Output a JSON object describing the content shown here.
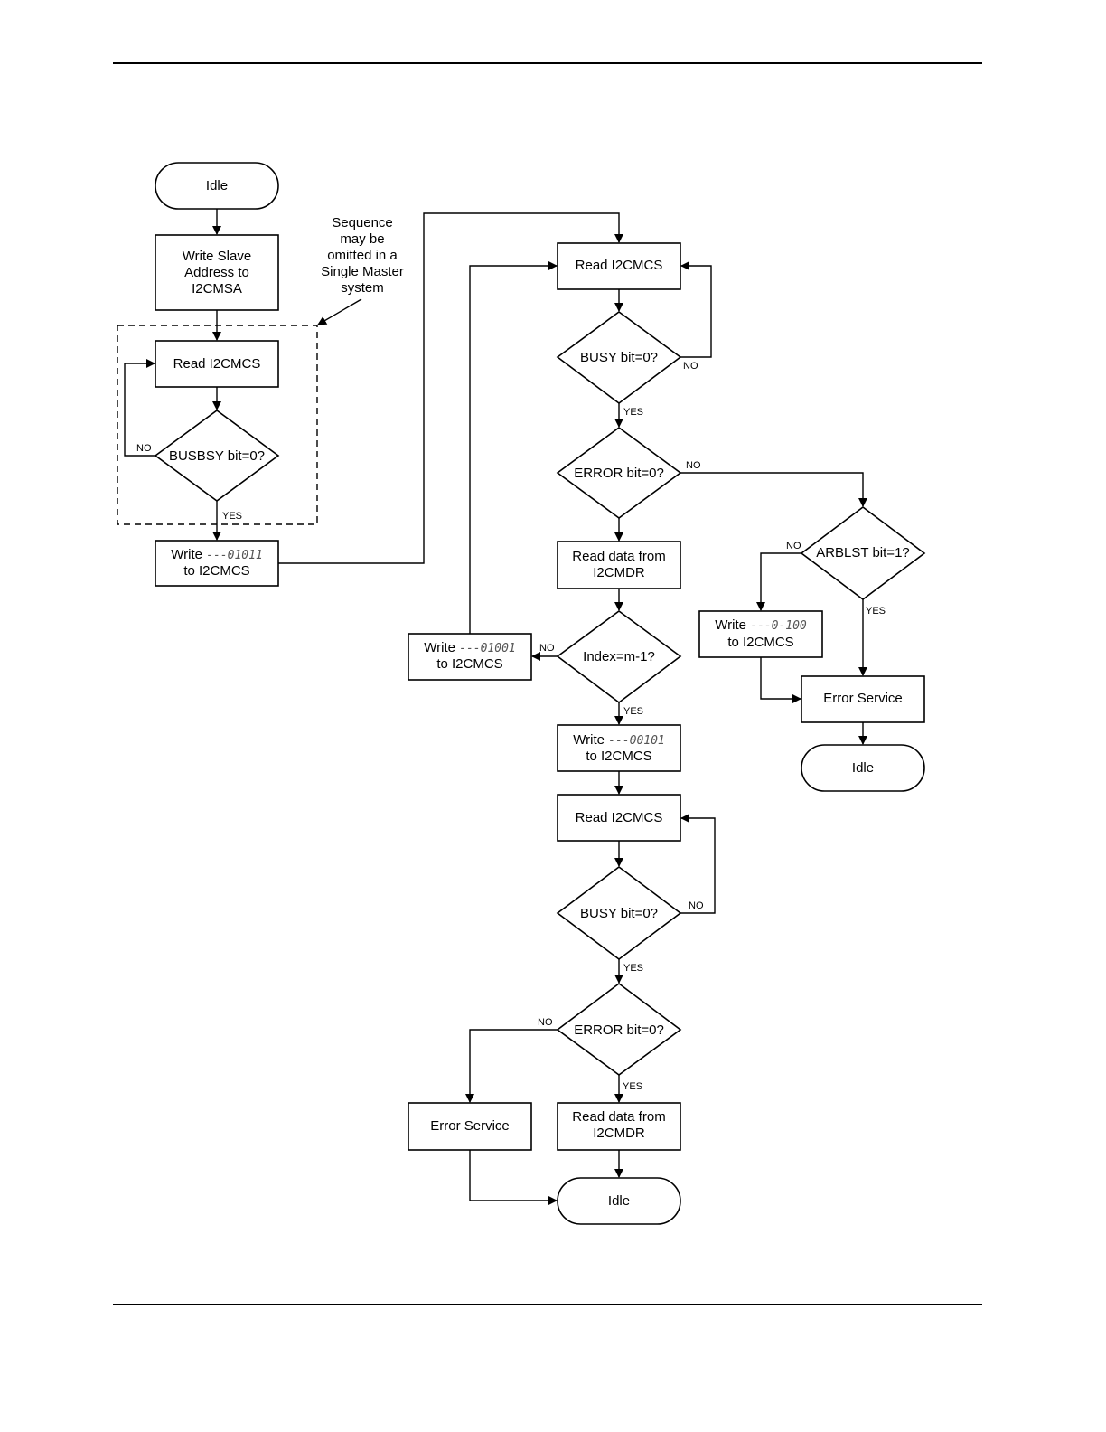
{
  "nodes": {
    "idle_start": "Idle",
    "write_slave": [
      "Write Slave",
      "Address to",
      "I2CMSA"
    ],
    "read_cs_1": "Read I2CMCS",
    "busbsy": "BUSBSY bit=0?",
    "write_01011": {
      "pre": "Write ",
      "code": "---01011",
      "post": "to I2CMCS"
    },
    "annotation": [
      "Sequence",
      "may be",
      "omitted in a",
      "Single Master",
      "system"
    ],
    "read_cs_2": "Read I2CMCS",
    "busy_1": "BUSY bit=0?",
    "error_1": "ERROR bit=0?",
    "read_data_1": [
      "Read data from",
      "I2CMDR"
    ],
    "index": "Index=m-1?",
    "write_01001": {
      "pre": "Write ",
      "code": "---01001",
      "post": "to I2CMCS"
    },
    "write_00101": {
      "pre": "Write ",
      "code": "---00101",
      "post": "to I2CMCS"
    },
    "read_cs_3": "Read I2CMCS",
    "busy_2": "BUSY bit=0?",
    "error_2": "ERROR bit=0?",
    "error_service_1": "Error Service",
    "read_data_2": [
      "Read data from",
      "I2CMDR"
    ],
    "idle_end_1": "Idle",
    "arblst": "ARBLST bit=1?",
    "write_0100": {
      "pre": "Write ",
      "code": "---0-100",
      "post": "to I2CMCS"
    },
    "error_service_2": "Error Service",
    "idle_end_2": "Idle"
  },
  "edge_labels": {
    "yes": "YES",
    "no": "NO"
  }
}
